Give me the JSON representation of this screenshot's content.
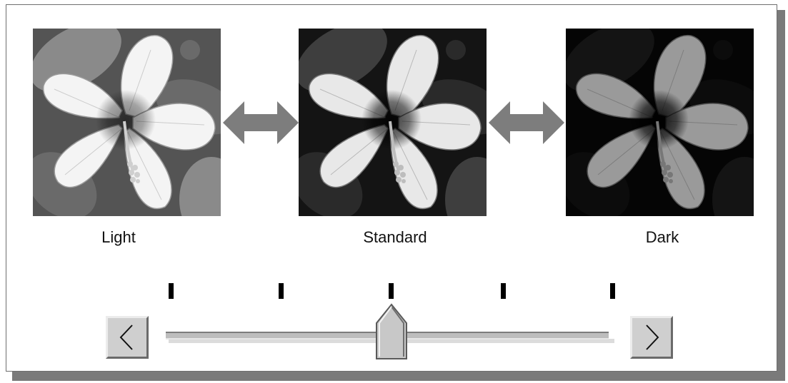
{
  "images": [
    {
      "label": "Light",
      "tone": "light"
    },
    {
      "label": "Standard",
      "tone": "standard"
    },
    {
      "label": "Dark",
      "tone": "dark"
    }
  ],
  "slider": {
    "positions": 5,
    "selected_index": 2,
    "selected_label": "Standard"
  },
  "icons": {
    "prev": "chevron-left-icon",
    "next": "chevron-right-icon",
    "between": "double-arrow-icon"
  },
  "colors": {
    "panel_border": "#6e6e6e",
    "button_face": "#cfcfcf",
    "arrow": "#7d7d7d"
  }
}
